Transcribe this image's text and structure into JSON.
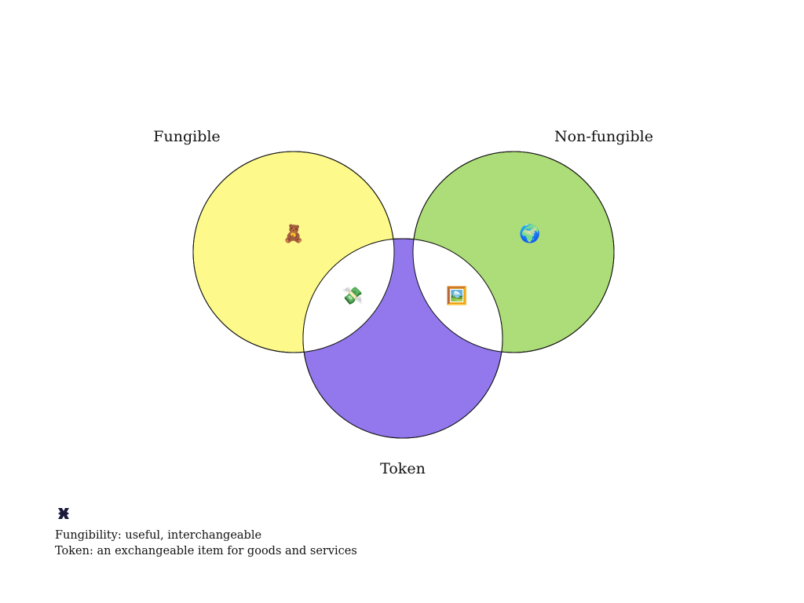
{
  "sets": [
    {
      "id": "fungible",
      "label": "Fungible",
      "color": "#fdfa8b",
      "icon": "teddy-bear-icon",
      "glyph": "🧸"
    },
    {
      "id": "non-fungible",
      "label": "Non-fungible",
      "color": "#acdd78",
      "icon": "globe-icon",
      "glyph": "🌍"
    },
    {
      "id": "token",
      "label": "Token",
      "color": "#9278ec",
      "icon": "",
      "glyph": ""
    }
  ],
  "intersections": [
    {
      "sets": [
        "fungible",
        "token"
      ],
      "icon": "money-with-wings-icon",
      "glyph": "💸"
    },
    {
      "sets": [
        "non-fungible",
        "token"
      ],
      "icon": "framed-picture-icon",
      "glyph": "🖼️"
    }
  ],
  "colors": {
    "overlap": "#ffffff",
    "stroke": "#111111",
    "logo": "#1a1a3a"
  },
  "legend": {
    "logo_icon": "logo-icon",
    "notes": [
      "Fungibility: useful, interchangeable",
      "Token: an exchangeable item for goods and services"
    ]
  }
}
